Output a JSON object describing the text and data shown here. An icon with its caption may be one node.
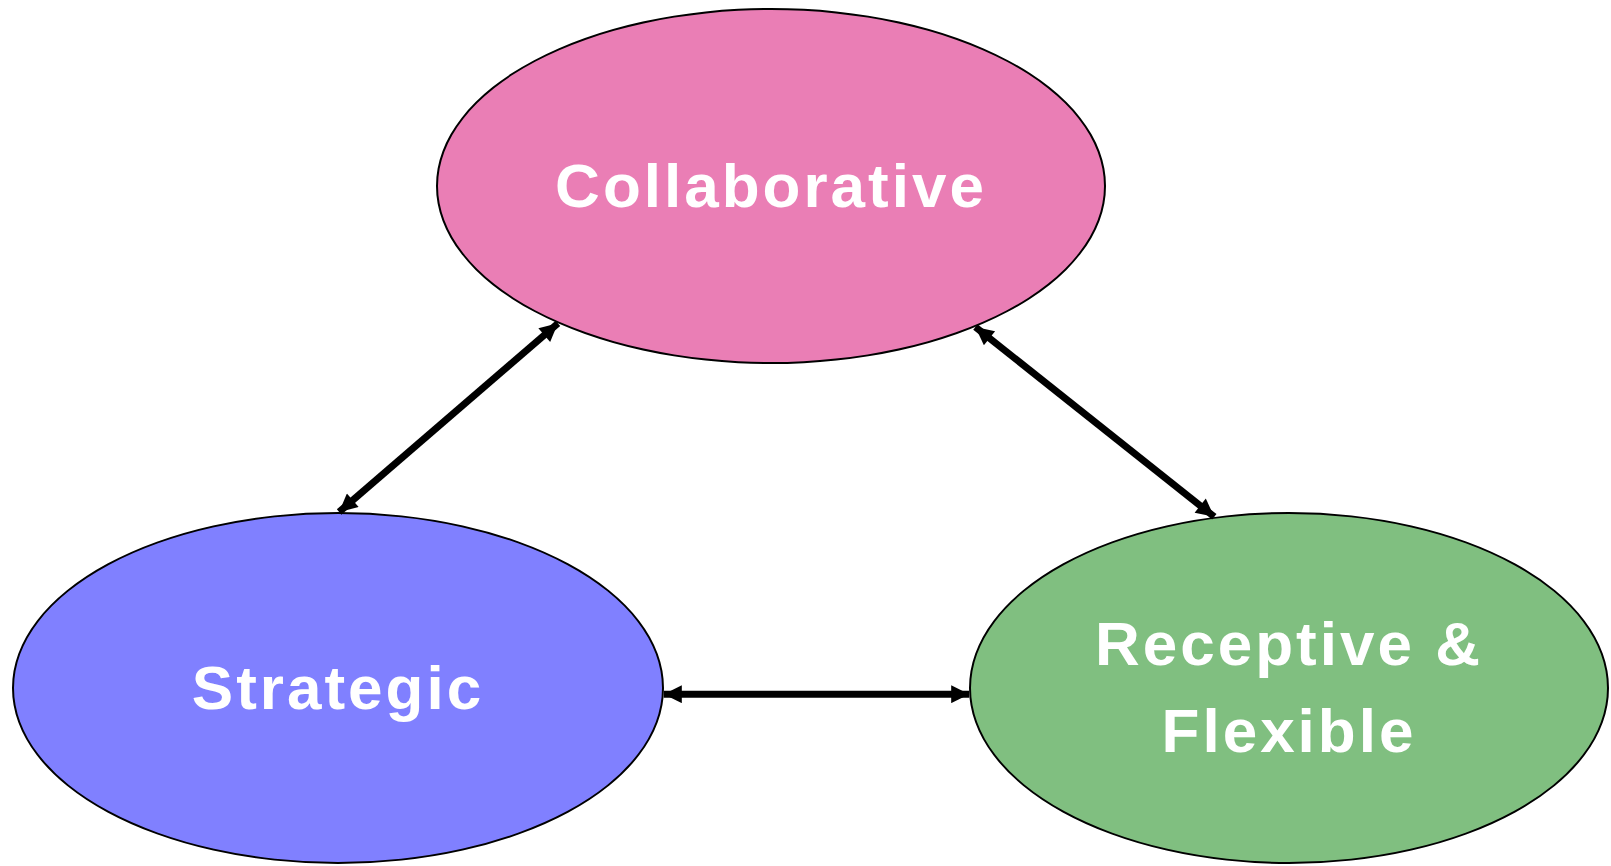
{
  "diagram": {
    "nodes": [
      {
        "text": [
          "Collaborative"
        ]
      },
      {
        "text": [
          "Strategic"
        ]
      },
      {
        "text": [
          "Receptive & Flexible"
        ]
      }
    ],
    "edges": [
      {
        "from": 0,
        "to": 1,
        "arrow": "both"
      },
      {
        "from": 0,
        "to": 2,
        "arrow": "both"
      },
      {
        "from": 1,
        "to": 2,
        "arrow": "both"
      }
    ]
  }
}
